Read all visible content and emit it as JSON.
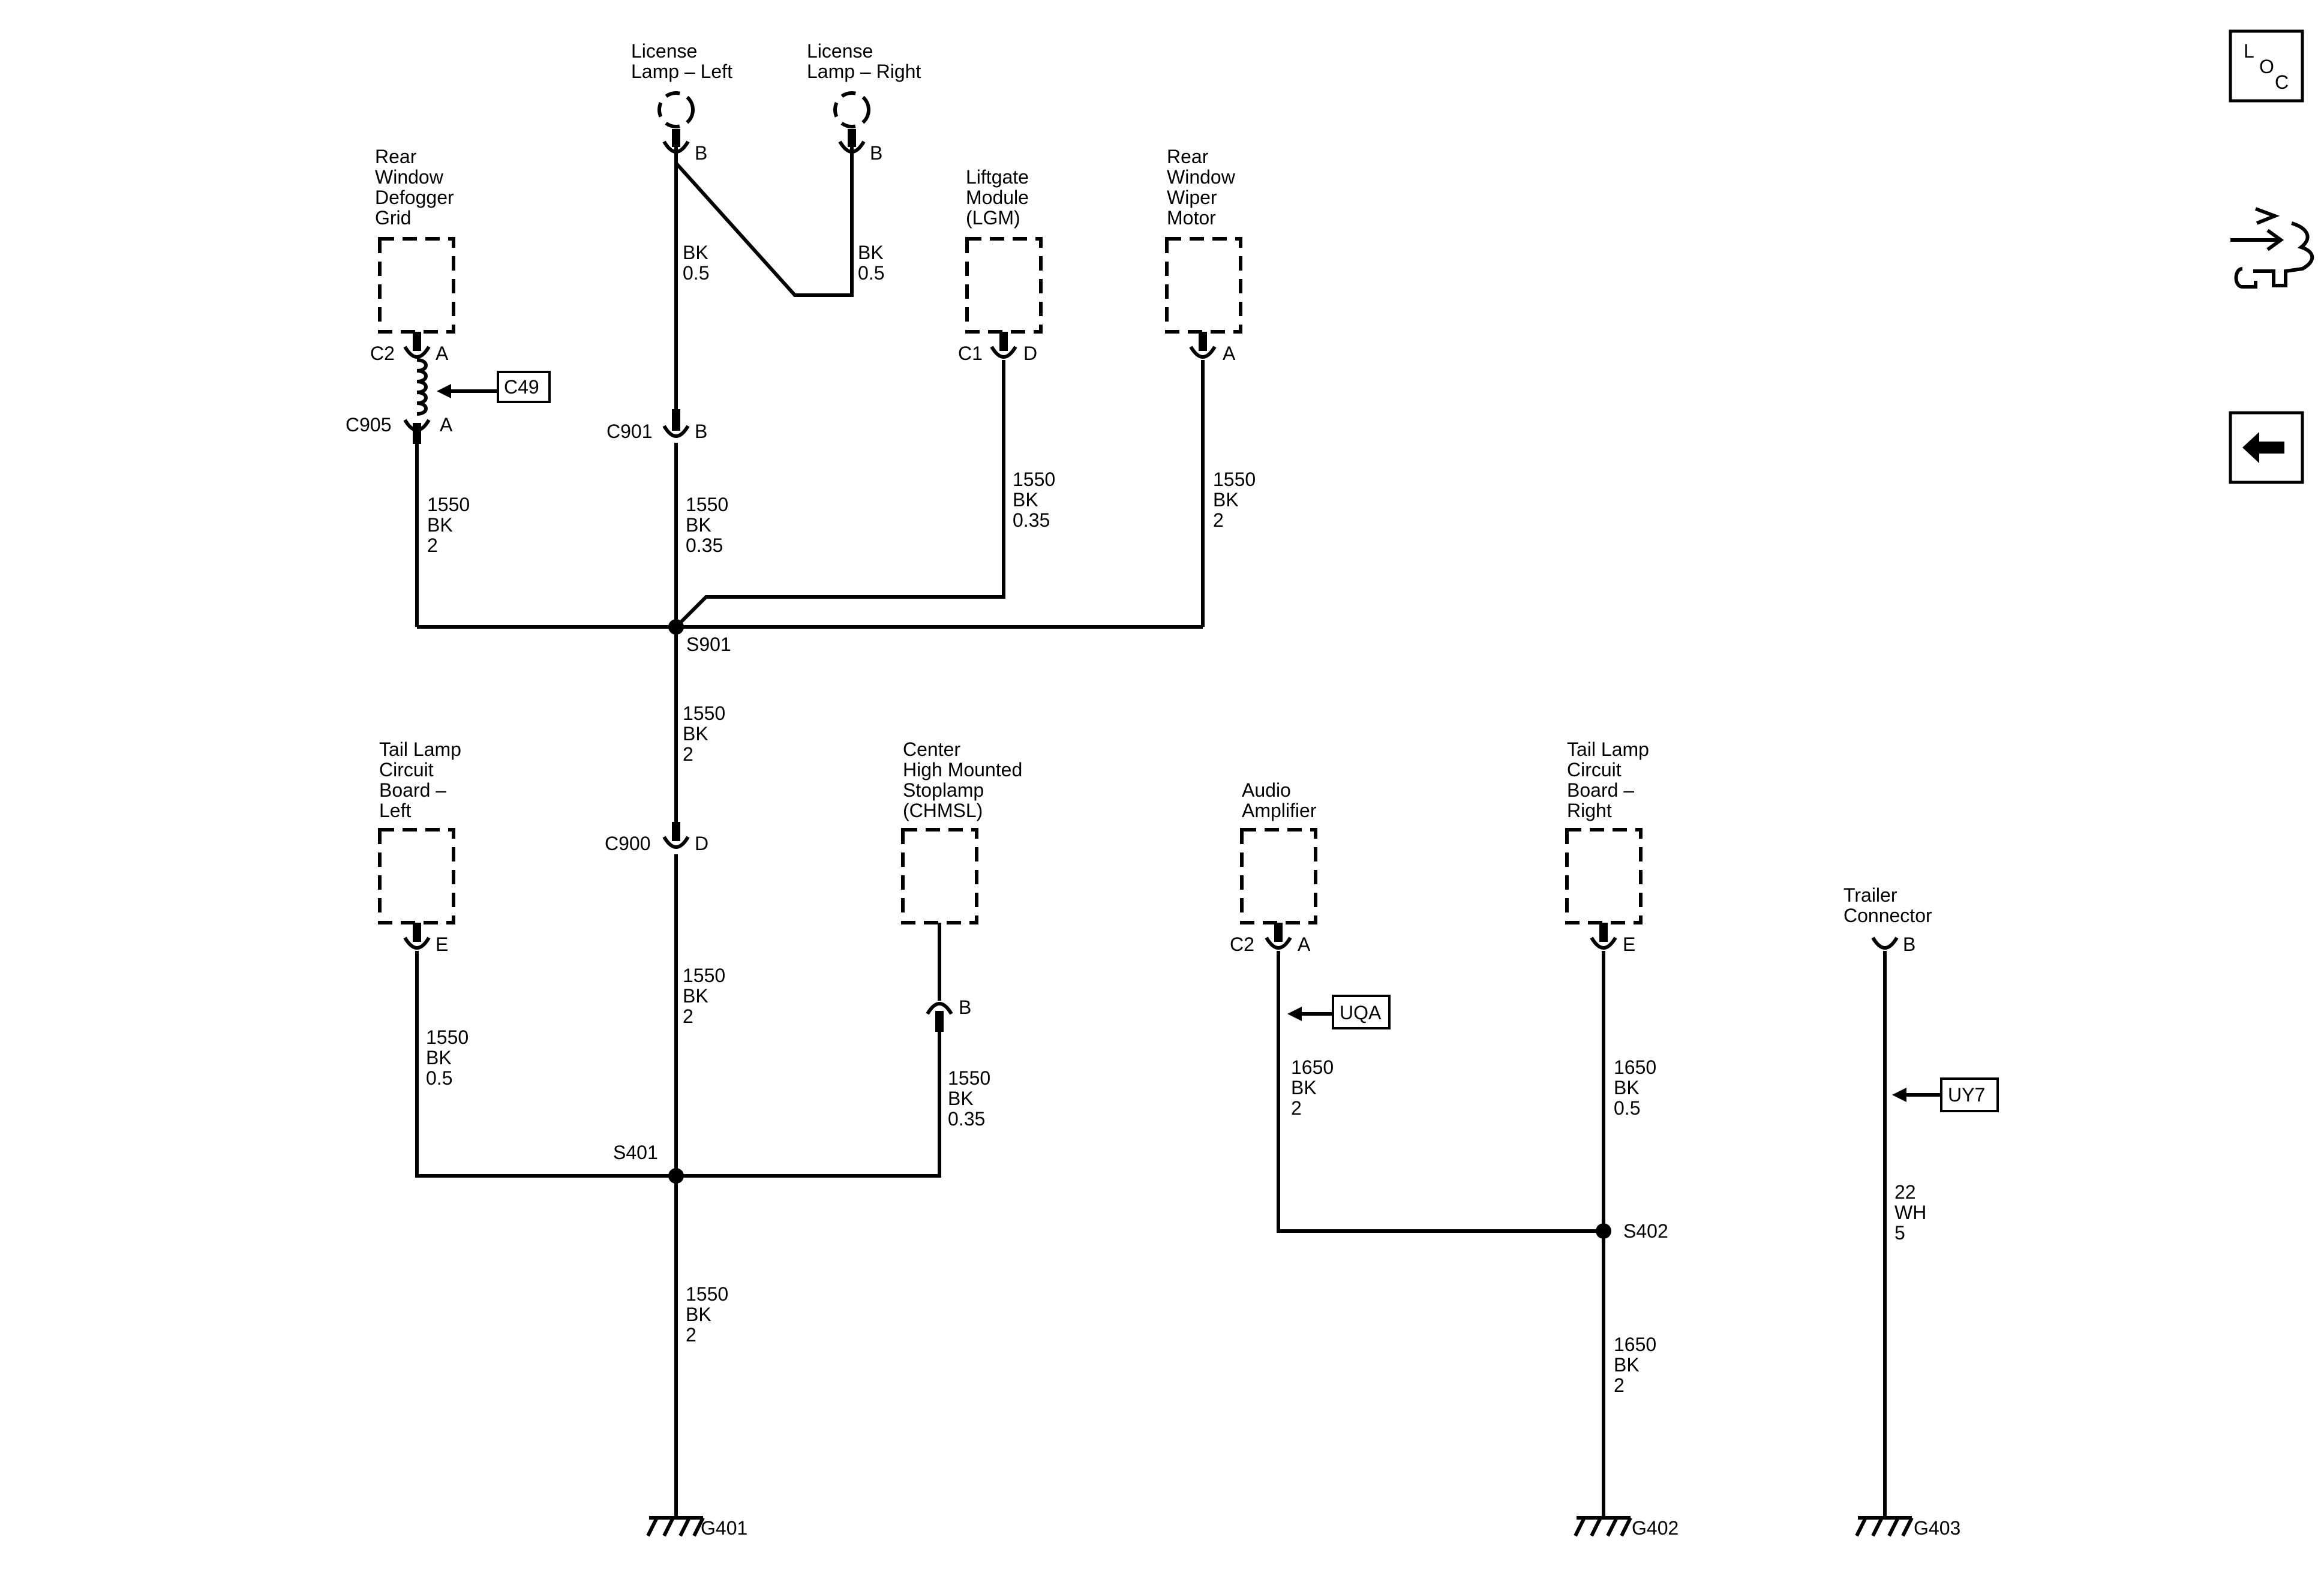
{
  "components": {
    "rear_defogger": [
      "Rear",
      "Window",
      "Defogger",
      "Grid"
    ],
    "license_left": [
      "License",
      "Lamp – Left"
    ],
    "license_right": [
      "License",
      "Lamp – Right"
    ],
    "liftgate": [
      "Liftgate",
      "Module",
      "(LGM)"
    ],
    "rear_wiper": [
      "Rear",
      "Window",
      "Wiper",
      "Motor"
    ],
    "tail_left": [
      "Tail Lamp",
      "Circuit",
      "Board –",
      "Left"
    ],
    "chmsl": [
      "Center",
      "High Mounted",
      "Stoplamp",
      "(CHMSL)"
    ],
    "audio_amp": [
      "Audio",
      "Amplifier"
    ],
    "tail_right": [
      "Tail Lamp",
      "Circuit",
      "Board –",
      "Right"
    ],
    "trailer": [
      "Trailer",
      "Connector"
    ]
  },
  "pins": {
    "license_left": "B",
    "license_right": "B",
    "defogger_c2_conn": "C2",
    "defogger_c2_pin": "A",
    "defogger_c905_conn": "C905",
    "defogger_c905_pin": "A",
    "liftgate_conn": "C1",
    "liftgate_pin": "D",
    "wiper_pin": "A",
    "c901_conn": "C901",
    "c901_pin": "B",
    "c900_conn": "C900",
    "c900_pin": "D",
    "tail_left_pin": "E",
    "chmsl_pin": "B",
    "audio_conn": "C2",
    "audio_pin": "A",
    "tail_right_pin": "E",
    "trailer_pin": "B"
  },
  "wires": {
    "license_left_wire": [
      "BK",
      "0.5"
    ],
    "license_right_wire": [
      "BK",
      "0.5"
    ],
    "defogger_wire": [
      "1550",
      "BK",
      "2"
    ],
    "c901_wire": [
      "1550",
      "BK",
      "0.35"
    ],
    "liftgate_wire": [
      "1550",
      "BK",
      "0.35"
    ],
    "wiper_wire": [
      "1550",
      "BK",
      "2"
    ],
    "s901_to_c900": [
      "1550",
      "BK",
      "2"
    ],
    "c900_to_s401": [
      "1550",
      "BK",
      "2"
    ],
    "tail_left_wire": [
      "1550",
      "BK",
      "0.5"
    ],
    "chmsl_wire": [
      "1550",
      "BK",
      "0.35"
    ],
    "s401_to_g401": [
      "1550",
      "BK",
      "2"
    ],
    "audio_wire": [
      "1650",
      "BK",
      "2"
    ],
    "tail_right_wire": [
      "1650",
      "BK",
      "0.5"
    ],
    "s402_to_g402": [
      "1650",
      "BK",
      "2"
    ],
    "trailer_wire": [
      "22",
      "WH",
      "5"
    ]
  },
  "splices": {
    "s901": "S901",
    "s401": "S401",
    "s402": "S402"
  },
  "grounds": {
    "g401": "G401",
    "g402": "G402",
    "g403": "G403"
  },
  "option_tags": {
    "c49": "C49",
    "uqa": "UQA",
    "uy7": "UY7"
  },
  "nav": {
    "loc_letters": [
      "L",
      "O",
      "C"
    ]
  }
}
